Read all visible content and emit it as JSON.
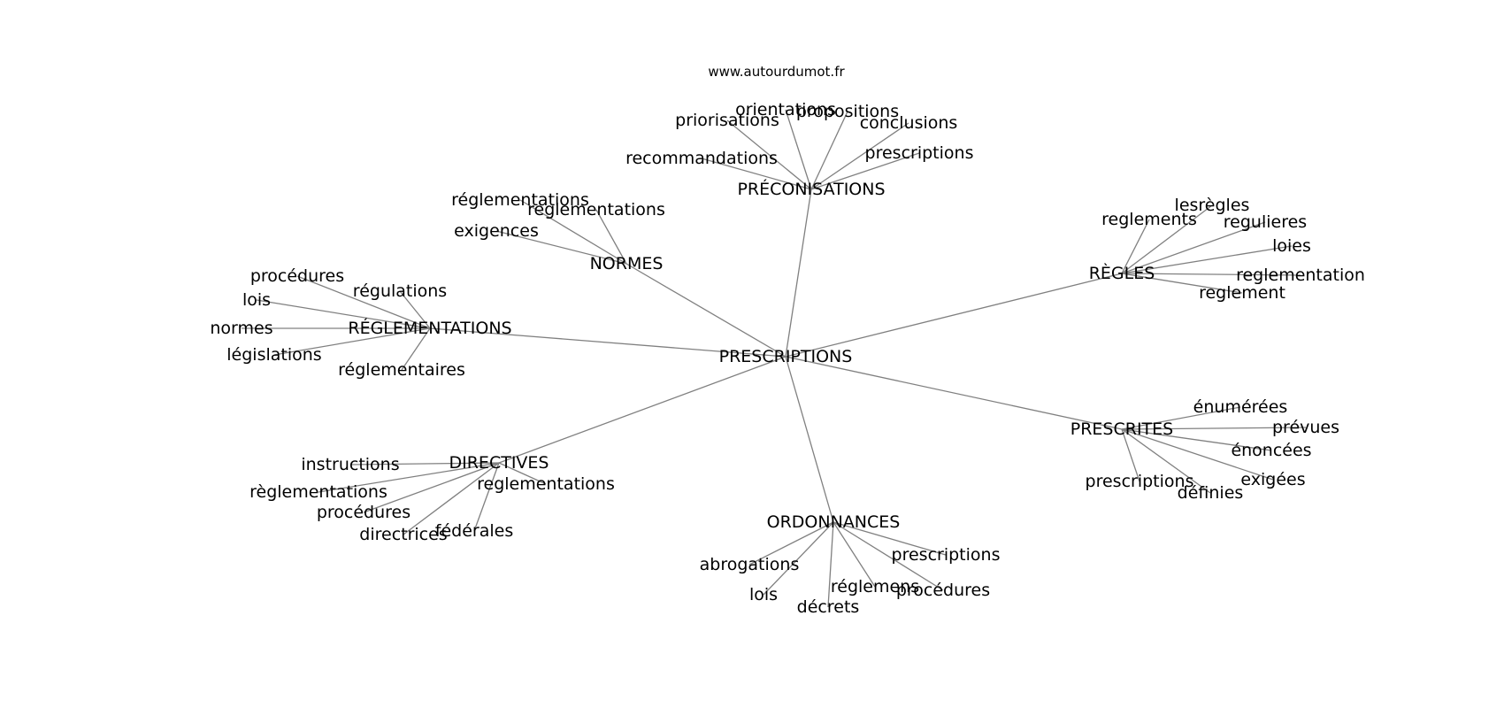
{
  "source": "www.autourdumot.fr",
  "center": "PRESCRIPTIONS",
  "clusters": [
    {
      "id": "preconisations",
      "label": "PRÉCONISATIONS",
      "words": [
        "orientations",
        "propositions",
        "priorisations",
        "conclusions",
        "recommandations",
        "prescriptions"
      ]
    },
    {
      "id": "normes",
      "label": "NORMES",
      "words": [
        "réglementations",
        "reglementations",
        "exigences"
      ]
    },
    {
      "id": "reglementations",
      "label": "RÉGLEMENTATIONS",
      "words": [
        "procédures",
        "régulations",
        "lois",
        "normes",
        "législations",
        "réglementaires"
      ]
    },
    {
      "id": "regles",
      "label": "RÈGLES",
      "words": [
        "lesrègles",
        "reglements",
        "regulieres",
        "loies",
        "reglementation",
        "reglement"
      ]
    },
    {
      "id": "prescrites",
      "label": "PRESCRITES",
      "words": [
        "énumérées",
        "prévues",
        "énoncées",
        "exigées",
        "prescriptions",
        "définies"
      ]
    },
    {
      "id": "directives",
      "label": "DIRECTIVES",
      "words": [
        "instructions",
        "règlementations",
        "reglementations",
        "procédures",
        "directrices",
        "fédérales"
      ]
    },
    {
      "id": "ordonnances",
      "label": "ORDONNANCES",
      "words": [
        "prescriptions",
        "abrogations",
        "lois",
        "réglemens",
        "procédures",
        "décrets"
      ]
    }
  ]
}
